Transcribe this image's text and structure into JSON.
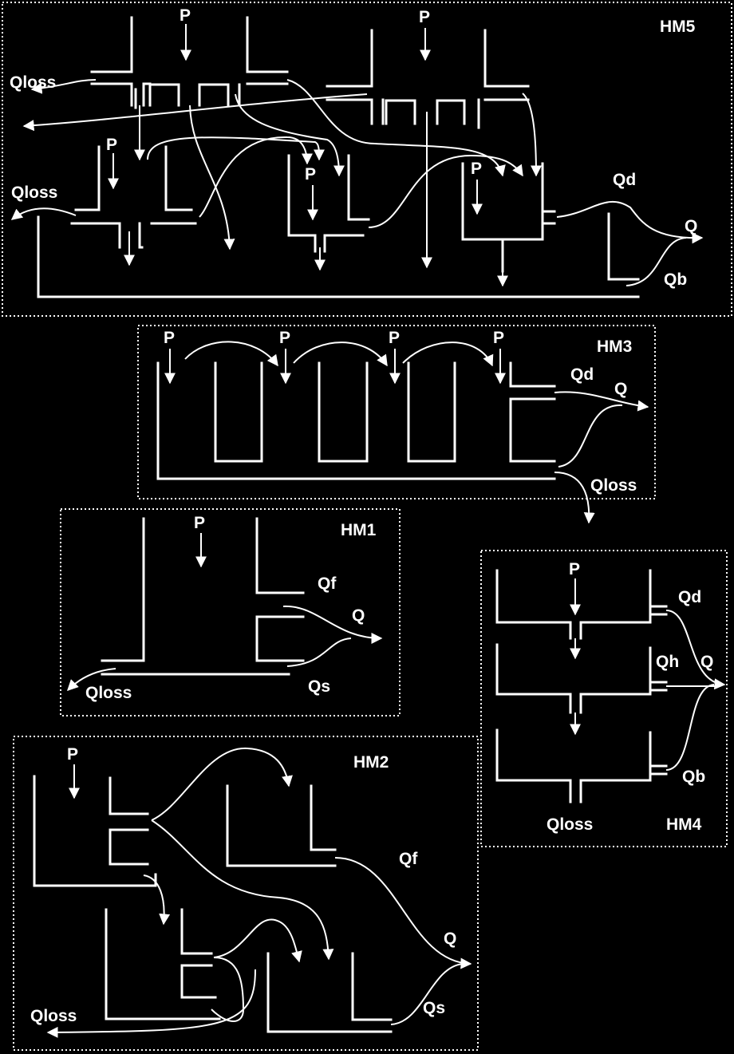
{
  "colors": {
    "background": "#000000",
    "foreground": "#ffffff"
  },
  "panels": {
    "hm5": {
      "title": "HM5",
      "labels": {
        "p": "P",
        "qloss": "Qloss",
        "qd": "Qd",
        "q": "Q",
        "qb": "Qb"
      }
    },
    "hm3": {
      "title": "HM3",
      "labels": {
        "p": "P",
        "qd": "Qd",
        "q": "Q",
        "qloss": "Qloss"
      }
    },
    "hm1": {
      "title": "HM1",
      "labels": {
        "p": "P",
        "qf": "Qf",
        "q": "Q",
        "qs": "Qs",
        "qloss": "Qloss"
      }
    },
    "hm4": {
      "title": "HM4",
      "labels": {
        "p": "P",
        "qd": "Qd",
        "qh": "Qh",
        "q": "Q",
        "qb": "Qb",
        "qloss": "Qloss"
      }
    },
    "hm2": {
      "title": "HM2",
      "labels": {
        "p": "P",
        "qf": "Qf",
        "q": "Q",
        "qs": "Qs",
        "qloss": "Qloss"
      }
    }
  }
}
